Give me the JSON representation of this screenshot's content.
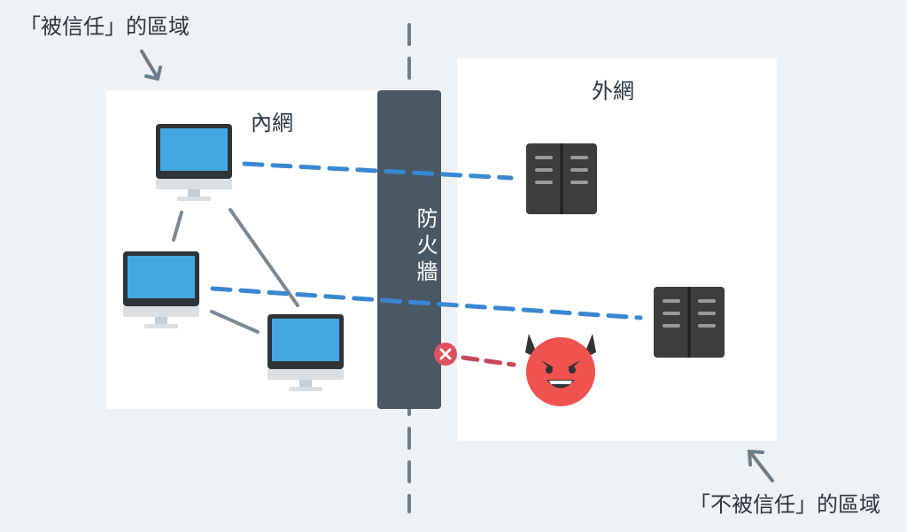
{
  "labels": {
    "trusted_zone": "「被信任」的區域",
    "untrusted_zone": "「不被信任」的區域",
    "intranet": "內網",
    "internet": "外網",
    "firewall": "防火牆"
  },
  "colors": {
    "background": "#eff2f5",
    "panel": "#ffffff",
    "firewall": "#4a5866",
    "allowed_connection": "#3a87d1",
    "blocked_connection": "#c84659",
    "internal_link": "#7b8894",
    "server": "#3d3d3d",
    "monitor_screen": "#44a8e0",
    "devil": "#ee534f"
  },
  "icons": [
    "computer-icon",
    "server-icon",
    "devil-icon",
    "blocked-x-icon",
    "arrow-icon"
  ]
}
